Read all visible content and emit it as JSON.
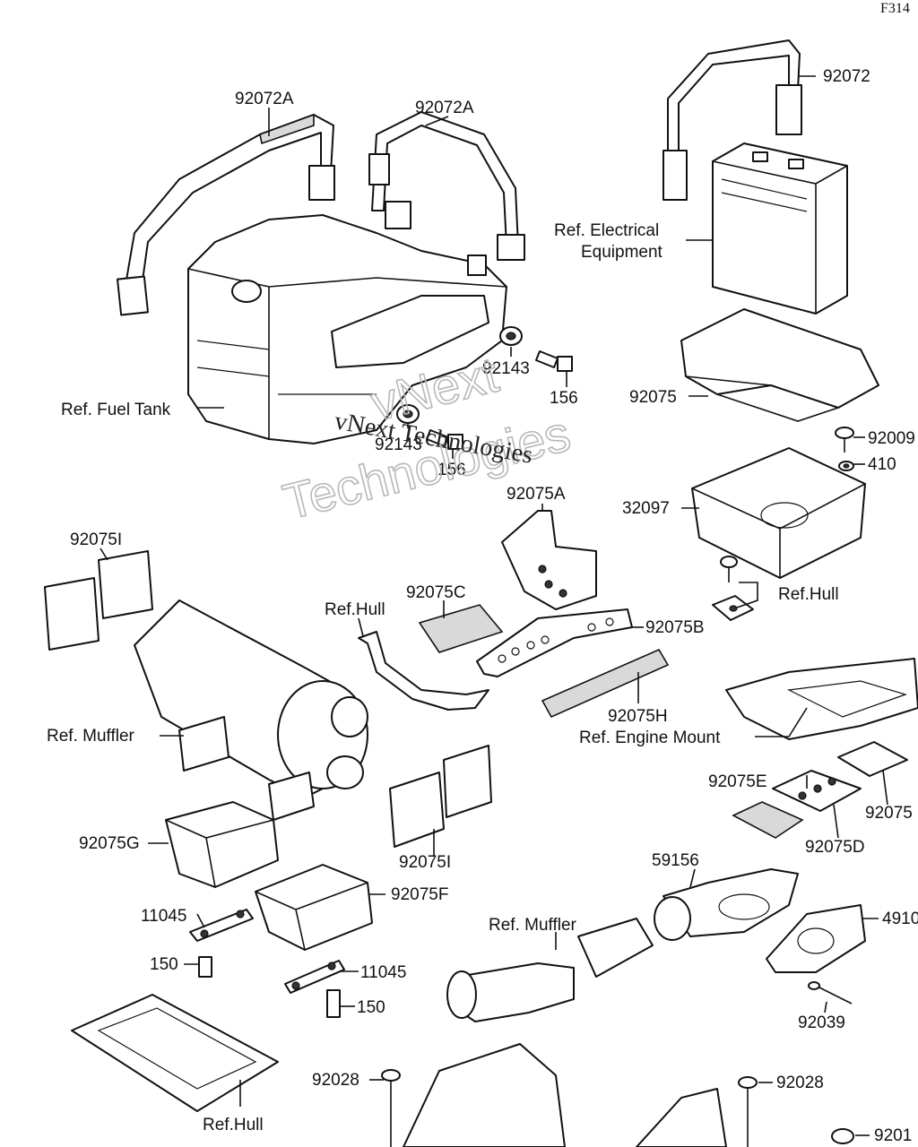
{
  "diagram": {
    "figure_code": "F314",
    "watermark": {
      "line1": "vNext",
      "line2": "Technologies",
      "line3": "vNext Technologies"
    },
    "parts": {
      "strap_a_left": "92072A",
      "strap_a_right": "92072A",
      "strap_battery": "92072",
      "ref_electrical_1": "Ref. Electrical",
      "ref_electrical_2": "Equipment",
      "ref_fuel_tank": "Ref. Fuel Tank",
      "grommet_1": "92143",
      "grommet_2": "92143",
      "bolt_1": "156",
      "bolt_2": "156",
      "pad_battery": "92075",
      "screw_top_right": "92009",
      "washer": "410",
      "battery_case": "32097",
      "pad_a": "92075A",
      "ref_hull_right": "Ref.Hull",
      "pad_i_left": "92075I",
      "ref_hull_mid": "Ref.Hull",
      "pad_c": "92075C",
      "pad_b": "92075B",
      "ref_muffler_left": "Ref. Muffler",
      "pad_h": "92075H",
      "ref_engine_mount": "Ref. Engine Mount",
      "pad_e": "92075E",
      "pad_right_edge": "92075",
      "pad_d": "92075D",
      "pad_g": "92075G",
      "pad_i_mid": "92075I",
      "pipe_59156": "59156",
      "plate_4910": "4910",
      "clamp_1": "11045",
      "pad_f": "92075F",
      "ref_muffler_mid": "Ref. Muffler",
      "bolt_150_1": "150",
      "clamp_2": "11045",
      "bolt_150_2": "150",
      "rivet": "92039",
      "screw_92028_left": "92028",
      "screw_92028_right": "92028",
      "ref_hull_bottom": "Ref.Hull",
      "bottom_right": "9201"
    }
  }
}
